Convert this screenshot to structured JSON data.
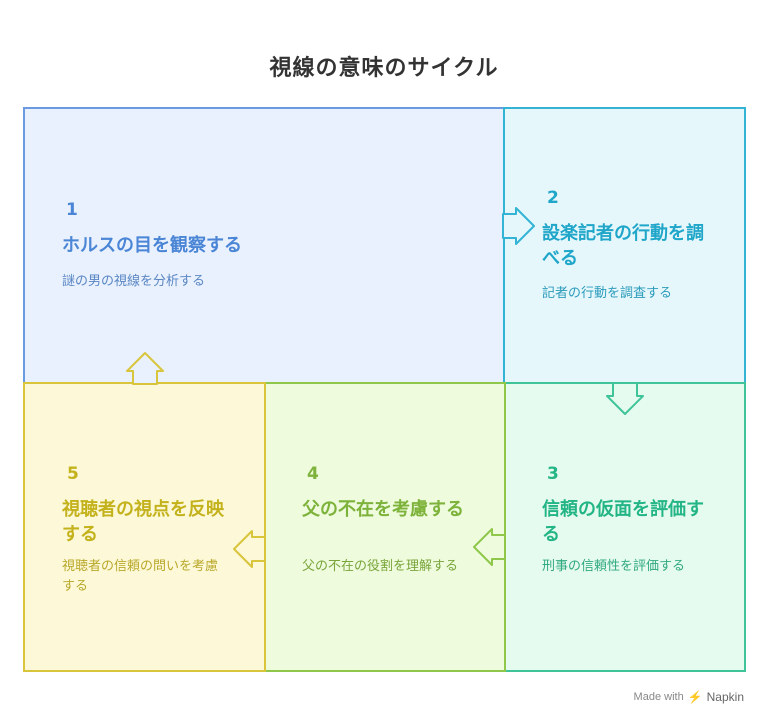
{
  "title": "視線の意味のサイクル",
  "steps": [
    {
      "number": "1",
      "heading": "ホルスの目を観察する",
      "description": "謎の男の視線を分析する"
    },
    {
      "number": "2",
      "heading": "設楽記者の行動を調べる",
      "description": "記者の行動を調査する"
    },
    {
      "number": "3",
      "heading": "信頼の仮面を評価する",
      "description": "刑事の信頼性を評価する"
    },
    {
      "number": "4",
      "heading": "父の不在を考慮する",
      "description": "父の不在の役割を理解する"
    },
    {
      "number": "5",
      "heading": "視聴者の視点を反映する",
      "description": "視聴者の信頼の問いを考慮する"
    }
  ],
  "colors": {
    "step1": "#4a85d6",
    "step2": "#1fa6c9",
    "step3": "#23b585",
    "step4": "#7db33a",
    "step5": "#c4b21c"
  },
  "footer": {
    "made_with": "Made with",
    "brand": "Napkin"
  }
}
